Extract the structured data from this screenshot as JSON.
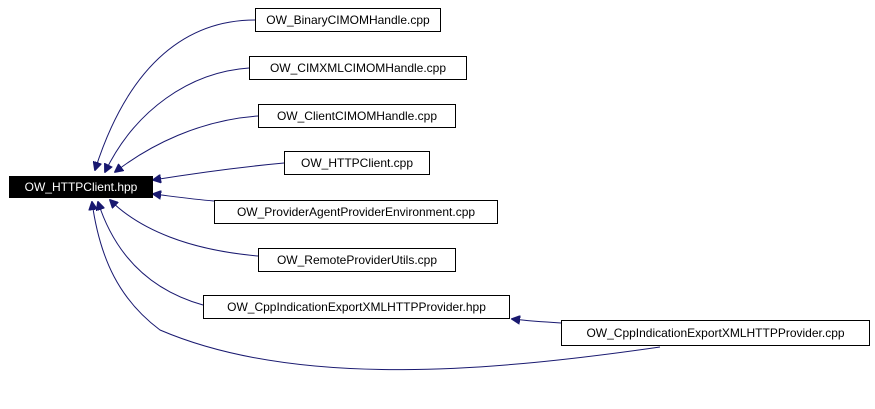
{
  "graph": {
    "root": {
      "label": "OW_HTTPClient.hpp"
    },
    "nodes": [
      {
        "id": "n1",
        "label": "OW_BinaryCIMOMHandle.cpp"
      },
      {
        "id": "n2",
        "label": "OW_CIMXMLCIMOMHandle.cpp"
      },
      {
        "id": "n3",
        "label": "OW_ClientCIMOMHandle.cpp"
      },
      {
        "id": "n4",
        "label": "OW_HTTPClient.cpp"
      },
      {
        "id": "n5",
        "label": "OW_ProviderAgentProviderEnvironment.cpp"
      },
      {
        "id": "n6",
        "label": "OW_RemoteProviderUtils.cpp"
      },
      {
        "id": "n7",
        "label": "OW_CppIndicationExportXMLHTTPProvider.hpp"
      },
      {
        "id": "n8",
        "label": "OW_CppIndicationExportXMLHTTPProvider.cpp"
      }
    ],
    "edges": [
      {
        "from": "n1",
        "to": "root"
      },
      {
        "from": "n2",
        "to": "root"
      },
      {
        "from": "n3",
        "to": "root"
      },
      {
        "from": "n4",
        "to": "root"
      },
      {
        "from": "n5",
        "to": "root"
      },
      {
        "from": "n6",
        "to": "root"
      },
      {
        "from": "n7",
        "to": "root"
      },
      {
        "from": "n8",
        "to": "root"
      },
      {
        "from": "n8",
        "to": "n7"
      }
    ],
    "edge_color": "#191970"
  }
}
